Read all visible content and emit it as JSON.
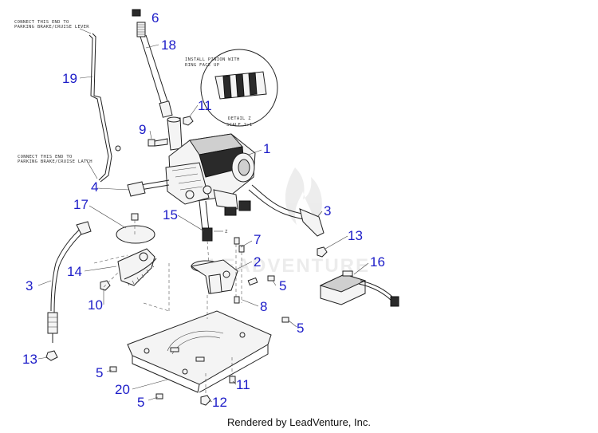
{
  "callouts": {
    "c1": "1",
    "c2": "2",
    "c3a": "3",
    "c3b": "3",
    "c4": "4",
    "c5a": "5",
    "c5b": "5",
    "c5c": "5",
    "c5d": "5",
    "c6": "6",
    "c7": "7",
    "c8": "8",
    "c9": "9",
    "c10": "10",
    "c11a": "11",
    "c11b": "11",
    "c12": "12",
    "c13a": "13",
    "c13b": "13",
    "c14": "14",
    "c15": "15",
    "c16": "16",
    "c17": "17",
    "c18": "18",
    "c19": "19",
    "c20": "20"
  },
  "notes": {
    "top_end_1": "CONNECT THIS END TO",
    "top_end_2": "PARKING BRAKE/CRUISE LEVER",
    "bottom_end_1": "CONNECT THIS END TO",
    "bottom_end_2": "PARKING BRAKE/CRUISE LATCH",
    "pinion_1": "INSTALL PINION WITH",
    "pinion_2": "RING FACE UP",
    "detail_1": "DETAIL Z",
    "detail_2": "SCALE 2:1",
    "z_marker": "Z"
  },
  "watermark": "LEADVENTURE",
  "footer": "Rendered by LeadVenture, Inc."
}
